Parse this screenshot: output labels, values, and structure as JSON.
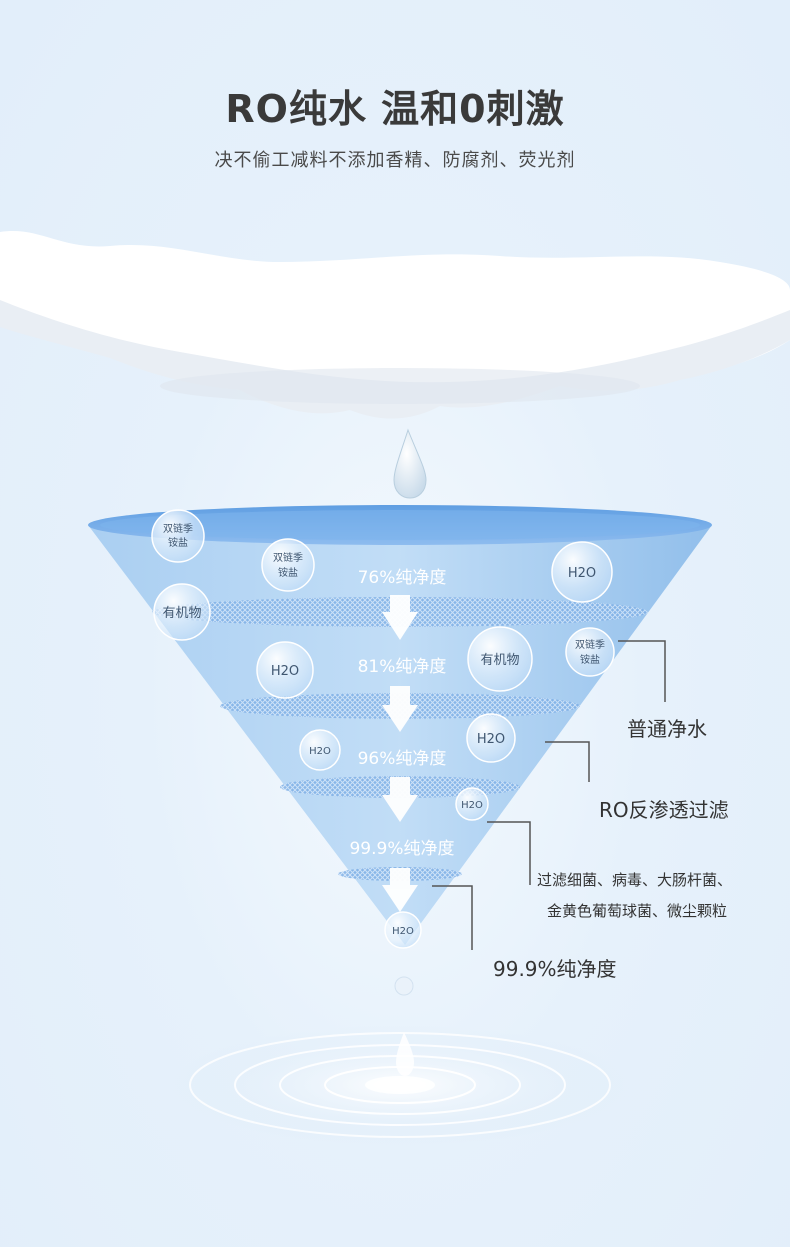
{
  "header": {
    "title": "RO纯水 温和0刺激",
    "subtitle": "决不偷工减料不添加香精、防腐剂、荧光剂"
  },
  "funnel": {
    "stages": [
      "76%纯净度",
      "81%纯净度",
      "96%纯净度",
      "99.9%纯净度"
    ]
  },
  "bubbles": {
    "ammonium_line1": "双链季",
    "ammonium_line2": "铵盐",
    "organic": "有机物",
    "water": "H2O"
  },
  "callouts": {
    "ordinary_water": "普通净水",
    "ro_filter": "RO反渗透过滤",
    "filters_line1": "过滤细菌、病毒、大肠杆菌、",
    "filters_line2": "金黄色葡萄球菌、微尘颗粒",
    "result": "99.9%纯净度"
  },
  "colors": {
    "funnel_blue": "#9cc6ef",
    "funnel_rim": "#6fa8e6",
    "title": "#3a3a3a",
    "callout_line": "#555555"
  }
}
